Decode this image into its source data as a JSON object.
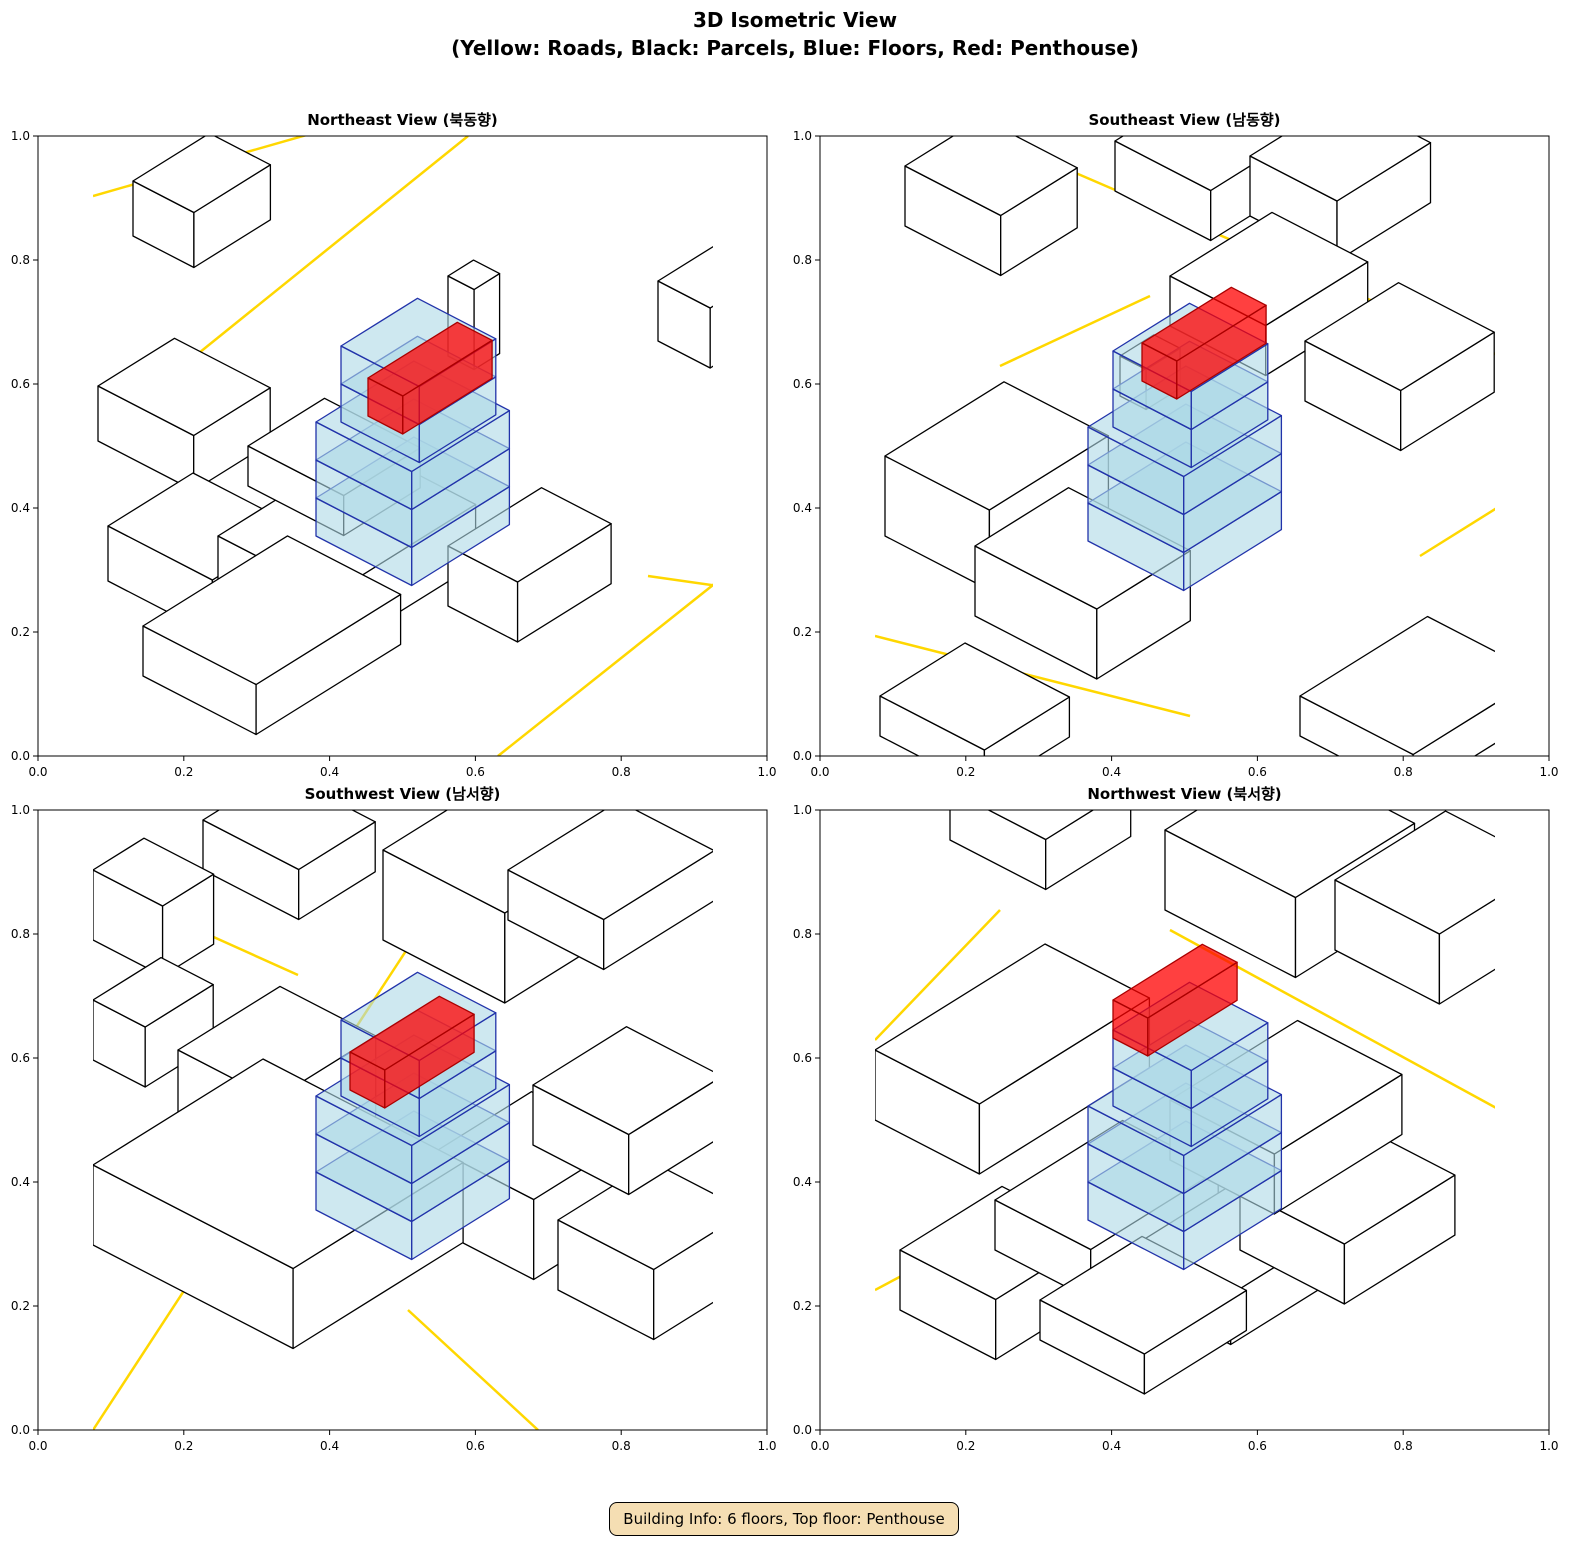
{
  "figure": {
    "title_line1": "3D Isometric View",
    "title_line2": "(Yellow: Roads, Black: Parcels, Blue: Floors, Red: Penthouse)",
    "info_box": "Building Info: 6 floors, Top floor: Penthouse"
  },
  "colors": {
    "road": "#ffd700",
    "parcel": "#000000",
    "floor_fill": "#add8e6",
    "floor_edge": "#2233aa",
    "penthouse": "#ff0000"
  },
  "chart_data": [
    {
      "type": "diagram-3d",
      "title": "Northeast View (북동향)",
      "xlim": [
        0,
        1
      ],
      "ylim": [
        0,
        1
      ],
      "xticks": [
        "0.0",
        "0.2",
        "0.4",
        "0.6",
        "0.8",
        "1.0"
      ],
      "yticks": [
        "0.0",
        "0.2",
        "0.4",
        "0.6",
        "0.8",
        "1.0"
      ],
      "floors": 6,
      "top_floor": "Penthouse"
    },
    {
      "type": "diagram-3d",
      "title": "Southeast View (남동향)",
      "xlim": [
        0,
        1
      ],
      "ylim": [
        0,
        1
      ],
      "xticks": [
        "0.0",
        "0.2",
        "0.4",
        "0.6",
        "0.8",
        "1.0"
      ],
      "yticks": [
        "0.0",
        "0.2",
        "0.4",
        "0.6",
        "0.8",
        "1.0"
      ],
      "floors": 6,
      "top_floor": "Penthouse"
    },
    {
      "type": "diagram-3d",
      "title": "Southwest View (남서향)",
      "xlim": [
        0,
        1
      ],
      "ylim": [
        0,
        1
      ],
      "xticks": [
        "0.0",
        "0.2",
        "0.4",
        "0.6",
        "0.8",
        "1.0"
      ],
      "yticks": [
        "0.0",
        "0.2",
        "0.4",
        "0.6",
        "0.8",
        "1.0"
      ],
      "floors": 6,
      "top_floor": "Penthouse"
    },
    {
      "type": "diagram-3d",
      "title": "Northwest View (북서향)",
      "xlim": [
        0,
        1
      ],
      "ylim": [
        0,
        1
      ],
      "xticks": [
        "0.0",
        "0.2",
        "0.4",
        "0.6",
        "0.8",
        "1.0"
      ],
      "yticks": [
        "0.0",
        "0.2",
        "0.4",
        "0.6",
        "0.8",
        "1.0"
      ],
      "floors": 6,
      "top_floor": "Penthouse"
    }
  ]
}
